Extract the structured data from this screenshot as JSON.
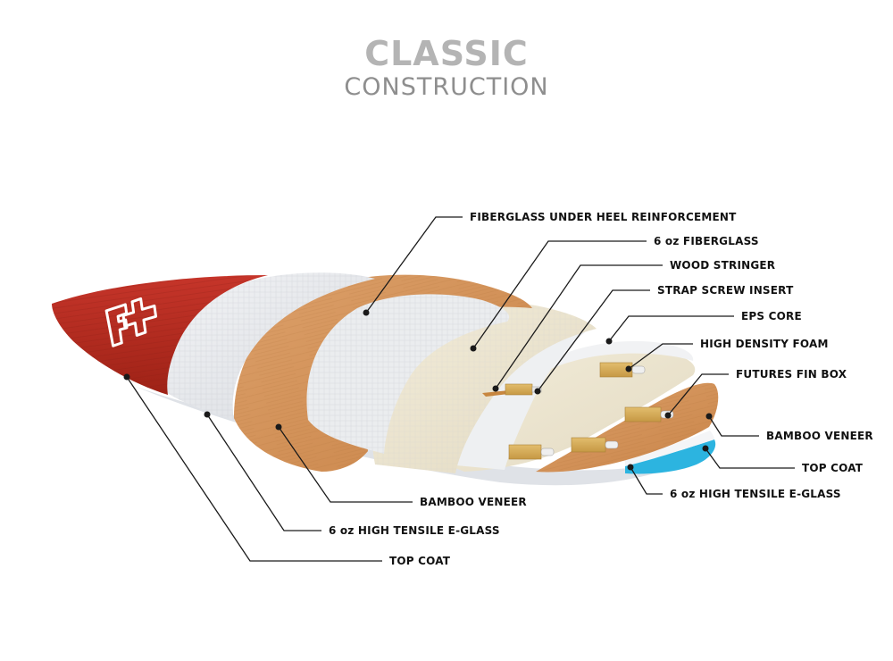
{
  "title": {
    "main": "CLASSIC",
    "sub": "CONSTRUCTION"
  },
  "colors": {
    "title_main": "#b4b4b4",
    "title_sub": "#8e8e8e",
    "top_coat_red": "#b8291c",
    "fiberglass_white": "#e9ebee",
    "bamboo": "#d4935a",
    "eps_core": "#efe8d6",
    "top_coat_blue": "#2cb4e0",
    "fin_box": "#d4aa55"
  },
  "logo": {
    "text": "F+",
    "icon": "f-plus-logo"
  },
  "labels": {
    "fiberglass_heel": "FIBERGLASS UNDER HEEL REINFORCEMENT",
    "fiberglass_6oz": "6 oz FIBERGLASS",
    "wood_stringer": "WOOD STRINGER",
    "strap_screw_insert": "STRAP SCREW INSERT",
    "eps_core": "EPS CORE",
    "high_density_foam": "HIGH DENSITY FOAM",
    "futures_fin_box": "FUTURES FIN BOX",
    "bamboo_veneer_right": "BAMBOO VENEER",
    "top_coat_right": "TOP COAT",
    "e_glass_right": "6 oz HIGH TENSILE E-GLASS",
    "bamboo_veneer_left": "BAMBOO VENEER",
    "e_glass_left": "6 oz HIGH TENSILE E-GLASS",
    "top_coat_left": "TOP COAT"
  }
}
